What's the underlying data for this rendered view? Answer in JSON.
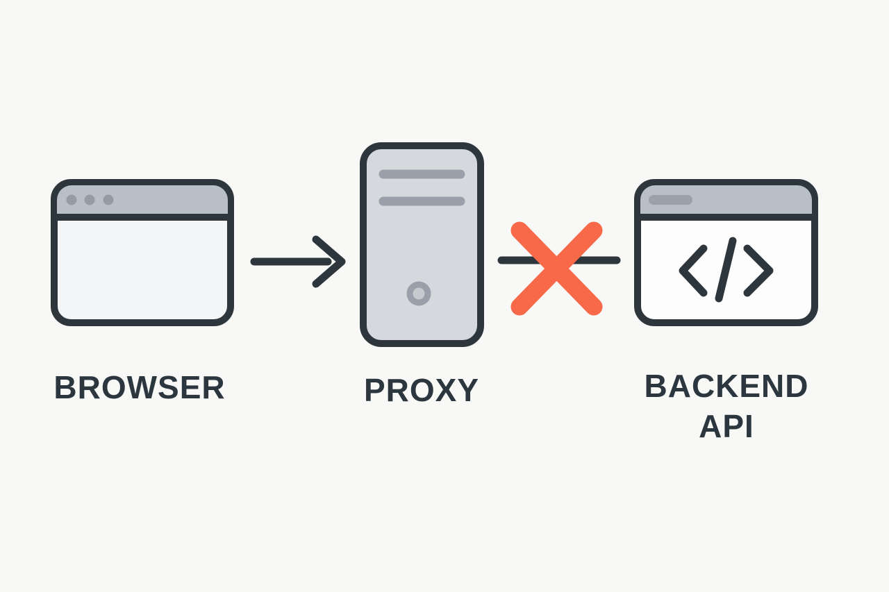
{
  "diagram": {
    "type": "flow-diagram",
    "description": "Browser request passes through proxy; connection from proxy to backend API is blocked",
    "colors": {
      "background": "#f8f8f6",
      "outline": "#2d363c",
      "label-text": "#2c363f",
      "titlebar": "#b9bfc7",
      "window-body": "#f4f5f7",
      "backend-body": "#fdfdfe",
      "server-body": "#d5d8dc",
      "server-detail": "#9aa0a9",
      "inner-button": "#c6c9ce",
      "dot": "#949ba5",
      "pill": "#9aa1aa",
      "blocked-x": "#f8694a"
    },
    "nodes": [
      {
        "id": "browser",
        "label": "BROWSER",
        "icon": "browser-window-icon"
      },
      {
        "id": "proxy",
        "label": "PROXY",
        "icon": "server-tower-icon"
      },
      {
        "id": "backend-api",
        "label": "BACKEND API",
        "icon": "code-window-icon"
      }
    ],
    "connectors": [
      {
        "from": "browser",
        "to": "proxy",
        "type": "arrow",
        "status": "allowed"
      },
      {
        "from": "proxy",
        "to": "backend-api",
        "type": "line",
        "status": "blocked",
        "marker": "red-x"
      }
    ]
  }
}
